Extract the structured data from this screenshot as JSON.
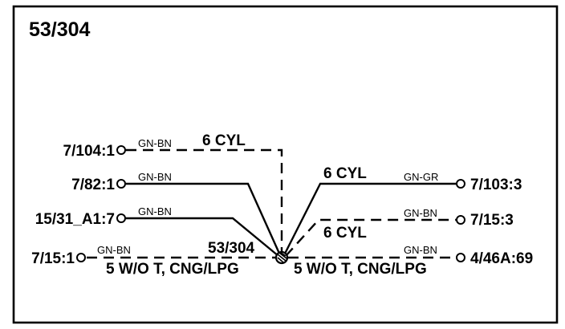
{
  "title": "53/304",
  "splice_label": "53/304",
  "left": {
    "c1": {
      "pin": "7/104:1",
      "wire": "GN-BN",
      "note": "6 CYL"
    },
    "c2": {
      "pin": "7/82:1",
      "wire": "GN-BN"
    },
    "c3": {
      "pin": "15/31_A1:7",
      "wire": "GN-BN"
    },
    "c4": {
      "pin": "7/15:1",
      "wire": "GN-BN",
      "note": "5 W/O T, CNG/LPG"
    }
  },
  "right": {
    "c1": {
      "pin": "7/103:3",
      "wire": "GN-GR",
      "note": "6 CYL"
    },
    "c2": {
      "pin": "7/15:3",
      "wire": "GN-BN",
      "note": "6 CYL"
    },
    "c3": {
      "pin": "4/46A:69",
      "wire": "GN-BN",
      "note": "5 W/O T, CNG/LPG"
    }
  }
}
